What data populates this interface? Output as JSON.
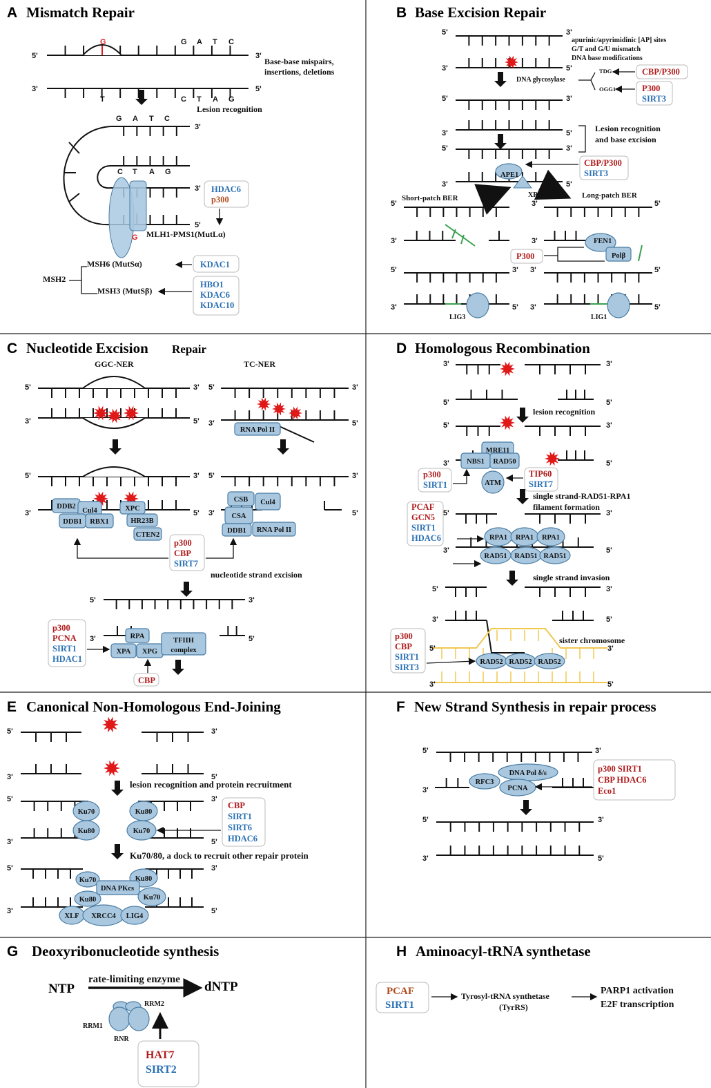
{
  "colors": {
    "protein_fill": "#a9c8e0",
    "protein_stroke": "#4a7ca3",
    "red": "#b01c1c",
    "blue": "#2a70b4",
    "yellow": "#f0c850",
    "green": "#3aa050"
  },
  "A": {
    "letter": "A",
    "title": "Mismatch Repair",
    "g1": "G",
    "g2": "G",
    "gatc": [
      "G",
      "A",
      "T",
      "C"
    ],
    "tcag": [
      "T",
      "C",
      "T",
      "A",
      "G"
    ],
    "ctag": [
      "C",
      "T",
      "A",
      "G"
    ],
    "gatc2": [
      "G",
      "A",
      "T",
      "C"
    ],
    "note1": "Base-base mispairs,",
    "note2": "insertions, deletions",
    "lesion": "Lesion recognition",
    "mlh": "MLH1-PMS1(MutLα)",
    "msh2": "MSH2",
    "msh6": "MSH6 (MutSα)",
    "msh3": "MSH3 (MutSβ)",
    "box1": [
      "HDAC6",
      "p300"
    ],
    "box2": [
      "KDAC1"
    ],
    "box3": [
      "HBO1",
      "KDAC6",
      "KDAC10"
    ]
  },
  "B": {
    "letter": "B",
    "title": "Base Excision Repair",
    "ap1": "apurinic/apyrimidinic [AP] sites",
    "ap2": "G/T and G/U mismatch",
    "ap3": "DNA base modifications",
    "glyco": "DNA glycosylase",
    "tdg": "TDG",
    "ogg1": "OGG1",
    "box1": [
      "CBP/P300"
    ],
    "box2": [
      "P300",
      "SIRT3"
    ],
    "lr1": "Lesion recognition",
    "lr2": "and base excision",
    "box3": [
      "CBP/P300",
      "SIRT3"
    ],
    "ape1": "APE1",
    "xrcc1": "XRCC1",
    "short": "Short-patch BER",
    "long": "Long-patch BER",
    "fen1": "FEN1",
    "polb": "Polβ",
    "box4": [
      "P300"
    ],
    "lig3": "LIG3",
    "lig1": "LIG1"
  },
  "C": {
    "letter": "C",
    "title_big": "Nucleotide Excision",
    "title_small": "Repair",
    "ggc": "GGC-NER",
    "tc": "TC-NER",
    "rnapol": "RNA Pol II",
    "ddb2": "DDB2",
    "cul4": "Cul4",
    "xpc": "XPC",
    "ddb1": "DDB1",
    "rbx1": "RBX1",
    "hr23b": "HR23B",
    "cten2": "CTEN2",
    "csb": "CSB",
    "cul4b": "Cul4",
    "csa": "CSA",
    "ddb1b": "DDB1",
    "rnapol2": "RNA Pol II",
    "box1": [
      "p300",
      "CBP",
      "SIRT7"
    ],
    "excision": "nucleotide strand  excision",
    "box2": [
      "p300",
      "PCNA",
      "SIRT1",
      "HDAC1"
    ],
    "rpa": "RPA",
    "xpa": "XPA",
    "xpg": "XPG",
    "tfiih1": "TFIIH",
    "tfiih2": "complex",
    "box3": [
      "CBP"
    ]
  },
  "D": {
    "letter": "D",
    "title": "Homologous Recombination",
    "lesion": "lesion recognition",
    "mre11": "MRE11",
    "nbs1": "NBS1",
    "rad50": "RAD50",
    "atm": "ATM",
    "box1": [
      "p300",
      "SIRT1"
    ],
    "box2": [
      "TIP60",
      "SIRT7"
    ],
    "ss1": "single strand-RAD51-RPA1",
    "ss2": "filament formation",
    "box3": [
      "PCAF",
      "GCN5",
      "SIRT1",
      "HDAC6"
    ],
    "rpa1": "RPA1",
    "rad51": "RAD51",
    "invasion": "single strand invasion",
    "sister": "sister chromosome",
    "box4": [
      "p300",
      "CBP",
      "SIRT1",
      "SIRT3"
    ],
    "rad52": "RAD52"
  },
  "E": {
    "letter": "E",
    "title": "Canonical Non-Homologous End-Joining",
    "step1": "lesion recognition and protein recruitment",
    "ku70": "Ku70",
    "ku80": "Ku80",
    "box1": [
      "CBP",
      "SIRT1",
      "SIRT6",
      "HDAC6"
    ],
    "step2": "Ku70/80, a dock to recruit other repair protein",
    "dnapk": "DNA PKcs",
    "xlf": "XLF",
    "xrcc4": "XRCC4",
    "lig4": "LIG4"
  },
  "F": {
    "letter": "F",
    "title": "New  Strand Synthesis in repair process",
    "rfc3": "RFC3",
    "pol": "DNA Pol δ/ε",
    "pcna": "PCNA",
    "box1": [
      "p300 SIRT1",
      "CBP HDAC6",
      "Eco1"
    ]
  },
  "G": {
    "letter": "G",
    "title": "Deoxyribonucleotide synthesis",
    "ntp": "NTP",
    "dntp": "dNTP",
    "rate": "rate-limiting enzyme",
    "rrm1": "RRM1",
    "rrm2": "RRM2",
    "rnr": "RNR",
    "box1": [
      "HAT7",
      "SIRT2"
    ]
  },
  "H": {
    "letter": "H",
    "title": "Aminoacyl-tRNA synthetase",
    "box1": [
      "PCAF",
      "SIRT1"
    ],
    "tyr1": "Tyrosyl-tRNA synthetase",
    "tyr2": "(TyrRS)",
    "out1": "PARP1 activation",
    "out2": "E2F transcription"
  },
  "ends": {
    "five": "5'",
    "three": "3'"
  }
}
